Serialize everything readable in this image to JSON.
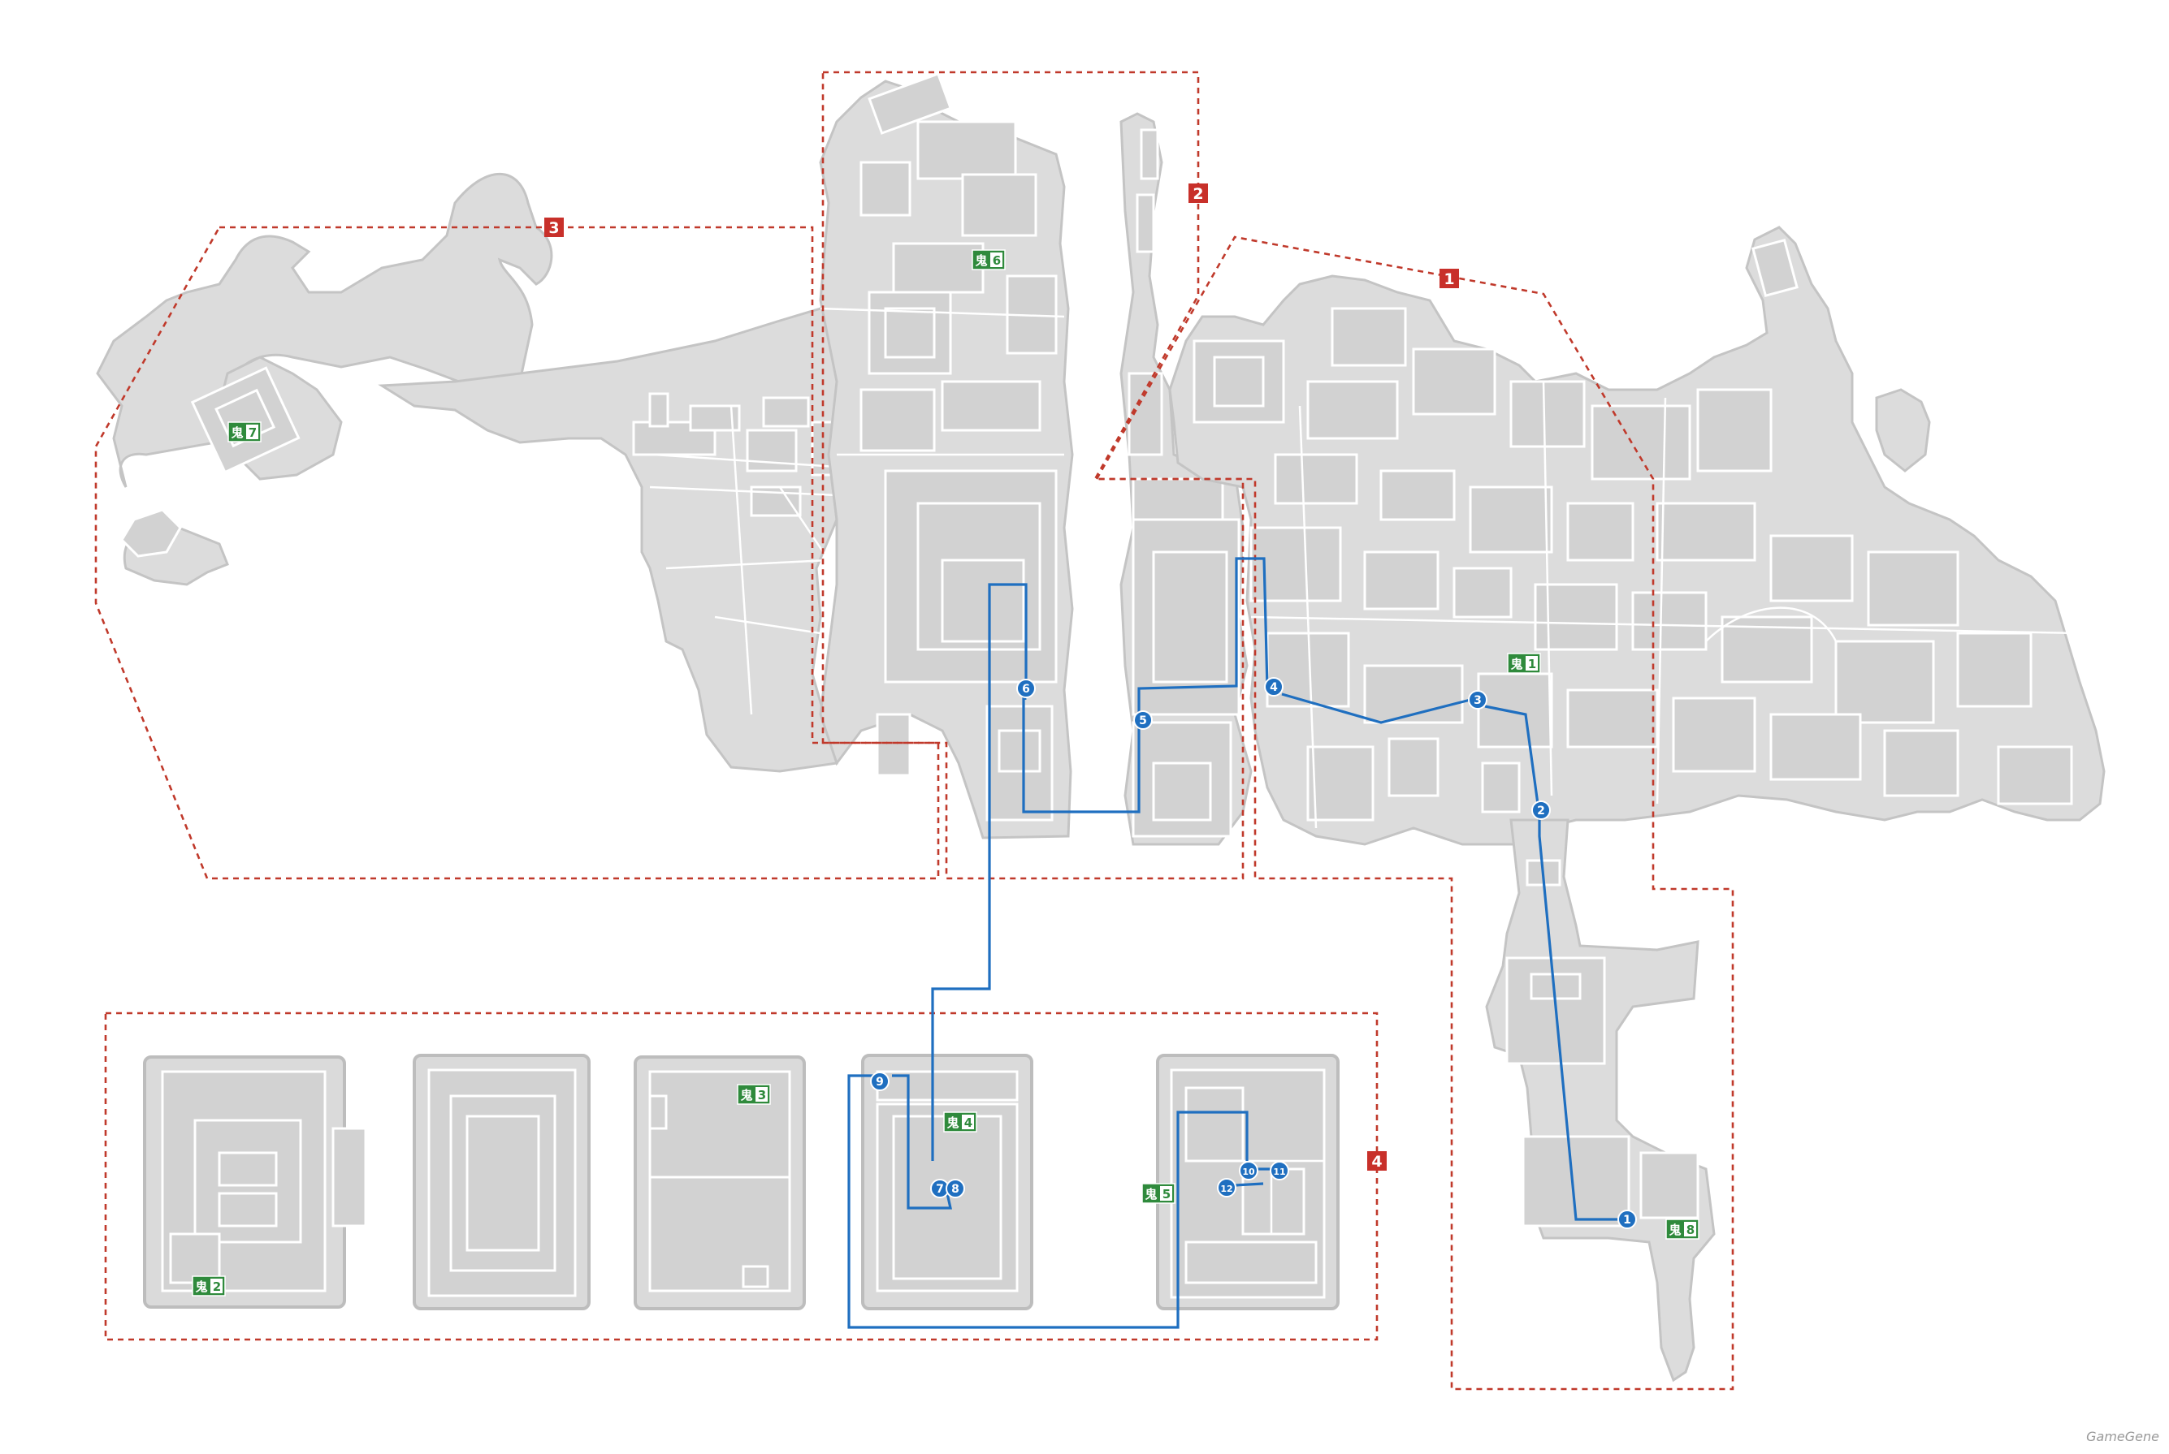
{
  "map": {
    "zones": [
      {
        "id": "1",
        "label": "1"
      },
      {
        "id": "2",
        "label": "2"
      },
      {
        "id": "3",
        "label": "3"
      },
      {
        "id": "4",
        "label": "4"
      }
    ],
    "route_markers": [
      {
        "id": "m1",
        "label": "1"
      },
      {
        "id": "m2",
        "label": "2"
      },
      {
        "id": "m3",
        "label": "3"
      },
      {
        "id": "m4",
        "label": "4"
      },
      {
        "id": "m5",
        "label": "5"
      },
      {
        "id": "m6",
        "label": "6"
      },
      {
        "id": "m7",
        "label": "7"
      },
      {
        "id": "m8",
        "label": "8"
      },
      {
        "id": "m9",
        "label": "9"
      },
      {
        "id": "m10",
        "label": "10"
      },
      {
        "id": "m11",
        "label": "11"
      },
      {
        "id": "m12",
        "label": "12"
      }
    ],
    "oni_markers": [
      {
        "id": "oni1",
        "kanji": "鬼",
        "number": "1"
      },
      {
        "id": "oni2",
        "kanji": "鬼",
        "number": "2"
      },
      {
        "id": "oni3",
        "kanji": "鬼",
        "number": "3"
      },
      {
        "id": "oni4",
        "kanji": "鬼",
        "number": "4"
      },
      {
        "id": "oni5",
        "kanji": "鬼",
        "number": "5"
      },
      {
        "id": "oni6",
        "kanji": "鬼",
        "number": "6"
      },
      {
        "id": "oni7",
        "kanji": "鬼",
        "number": "7"
      },
      {
        "id": "oni8",
        "kanji": "鬼",
        "number": "8"
      }
    ],
    "colors": {
      "route": "#1f6fc0",
      "zone_border": "#c0392b",
      "oni_marker": "#2f8a3c",
      "land": "#dcdcdc"
    }
  },
  "watermark": "GameGene"
}
